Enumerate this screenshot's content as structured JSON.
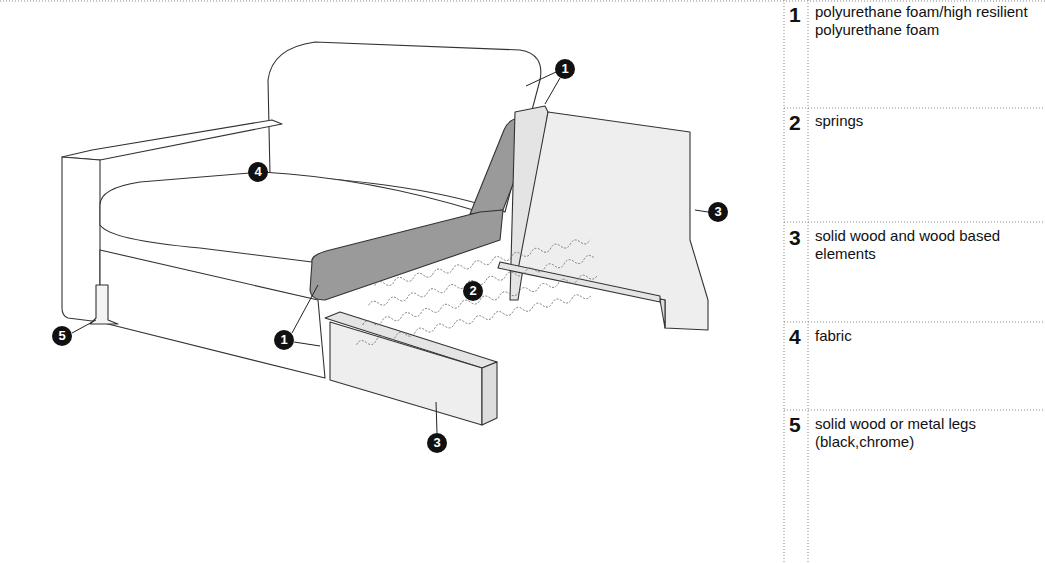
{
  "diagram": {
    "labels": [
      "1",
      "4",
      "3",
      "2",
      "5",
      "1",
      "3",
      "1",
      "polyurethane foam/high resilient polyurethane foam",
      "2",
      "springs",
      "3",
      "solid wood and wood based elements",
      "4",
      "fabric",
      "5",
      "solid wood or metal legs (black,chrome)"
    ]
  }
}
